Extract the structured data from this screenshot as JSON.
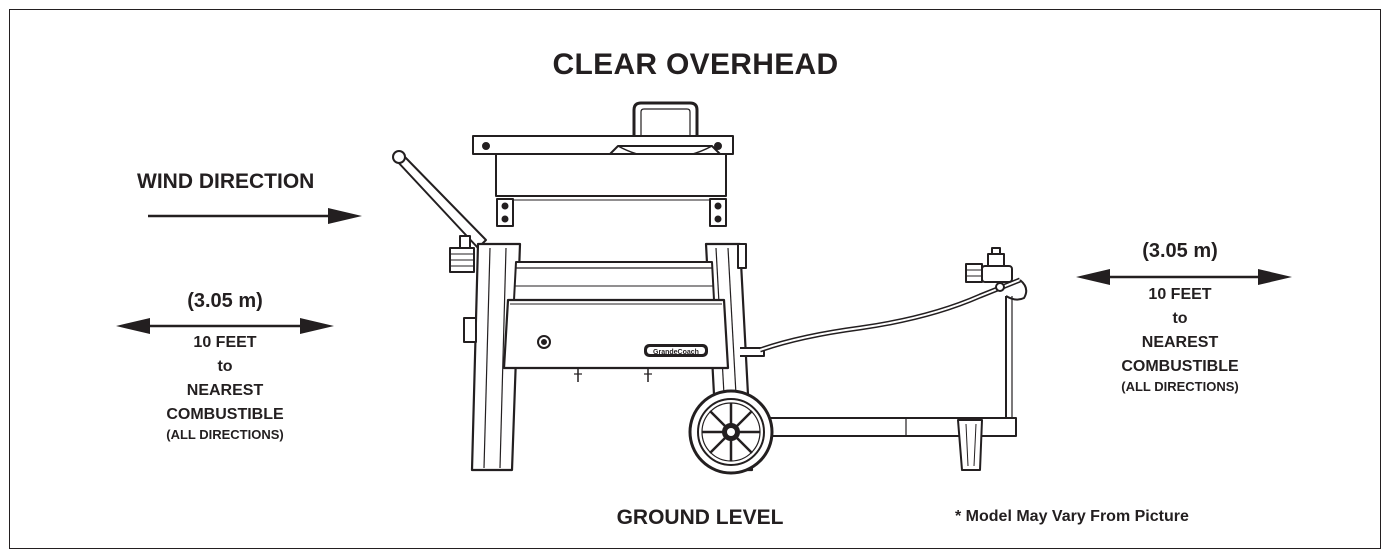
{
  "labels": {
    "title": "CLEAR OVERHEAD",
    "wind_direction": "WIND DIRECTION",
    "ground_level": "GROUND LEVEL",
    "model_note": "* Model May Vary From Picture",
    "brand_plate": "GrandeCoach"
  },
  "clearance_left": {
    "meters": "(3.05 m)",
    "line1": "10 FEET",
    "line2": "to",
    "line3": "NEAREST",
    "line4": "COMBUSTIBLE",
    "line5": "(ALL DIRECTIONS)"
  },
  "clearance_right": {
    "meters": "(3.05 m)",
    "line1": "10 FEET",
    "line2": "to",
    "line3": "NEAREST",
    "line4": "COMBUSTIBLE",
    "line5": "(ALL DIRECTIONS)"
  },
  "icons": [
    "left-right-arrow-icon",
    "right-arrow-icon",
    "grill-cart-illustration"
  ]
}
